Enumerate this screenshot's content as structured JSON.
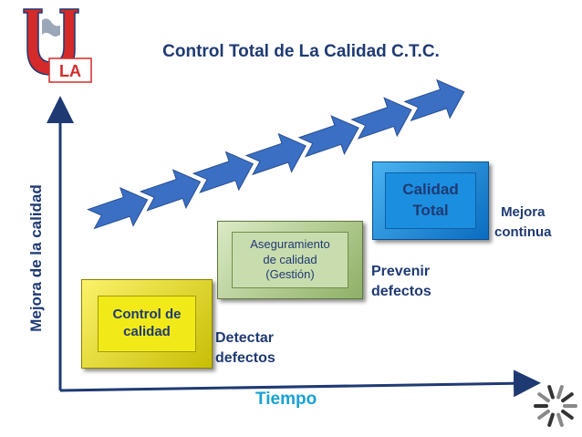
{
  "title": "Control Total de La Calidad C.T.C.",
  "y_axis_label": "Mejora de la calidad",
  "x_axis_label": "Tiempo",
  "logo": {
    "text": "UTLA"
  },
  "steps": [
    {
      "lines": [
        "Control de",
        "calidad"
      ],
      "note_lines": [
        "Detectar",
        "defectos"
      ]
    },
    {
      "lines": [
        "Aseguramiento",
        "de calidad",
        "(Gestión)"
      ],
      "note_lines": [
        "Prevenir",
        "defectos"
      ]
    },
    {
      "lines": [
        "Calidad",
        "Total"
      ],
      "note_lines": [
        "Mejora",
        "continua"
      ]
    }
  ],
  "colors": {
    "title_text": "#1f3a73",
    "axis_label_x": "#17a1d6",
    "step1": "#f2ea18",
    "step2": "#c9dcae",
    "step3": "#1c8ee0",
    "arrows": "#3a6fc4",
    "logo_red": "#d42a2a"
  }
}
